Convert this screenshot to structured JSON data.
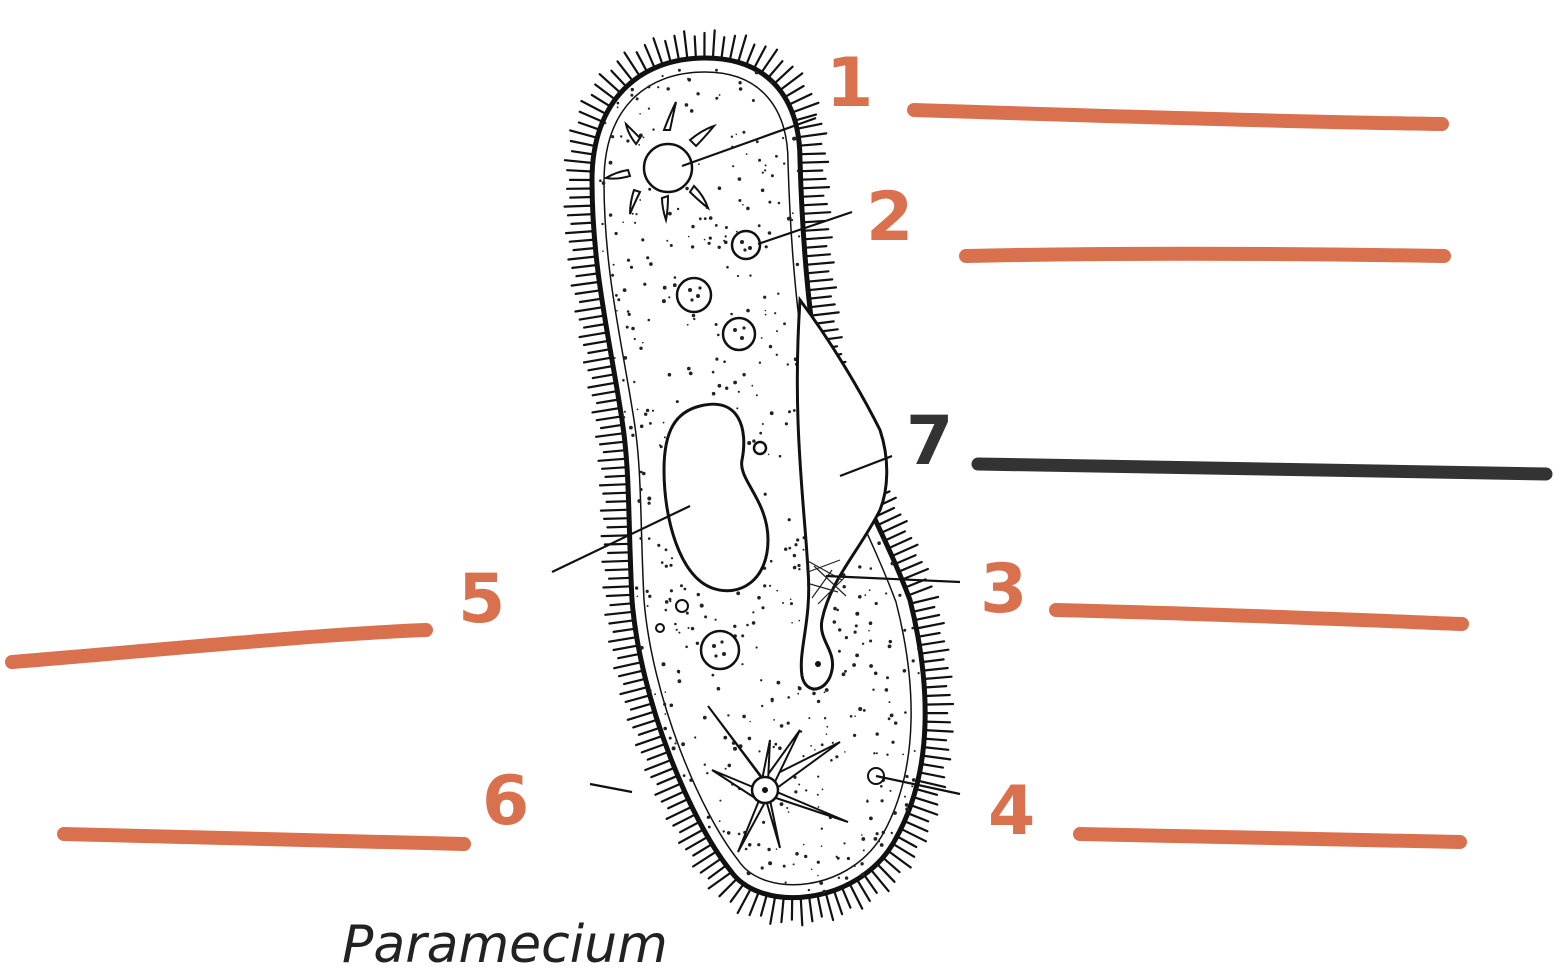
{
  "diagram": {
    "title": "Paramecium",
    "accent_color": "#d9714f",
    "dark_color": "#333333",
    "labels": [
      {
        "number": "1",
        "color": "#d9714f"
      },
      {
        "number": "2",
        "color": "#d9714f"
      },
      {
        "number": "3",
        "color": "#d9714f"
      },
      {
        "number": "4",
        "color": "#d9714f"
      },
      {
        "number": "5",
        "color": "#d9714f"
      },
      {
        "number": "6",
        "color": "#d9714f"
      },
      {
        "number": "7",
        "color": "#333333"
      }
    ]
  }
}
